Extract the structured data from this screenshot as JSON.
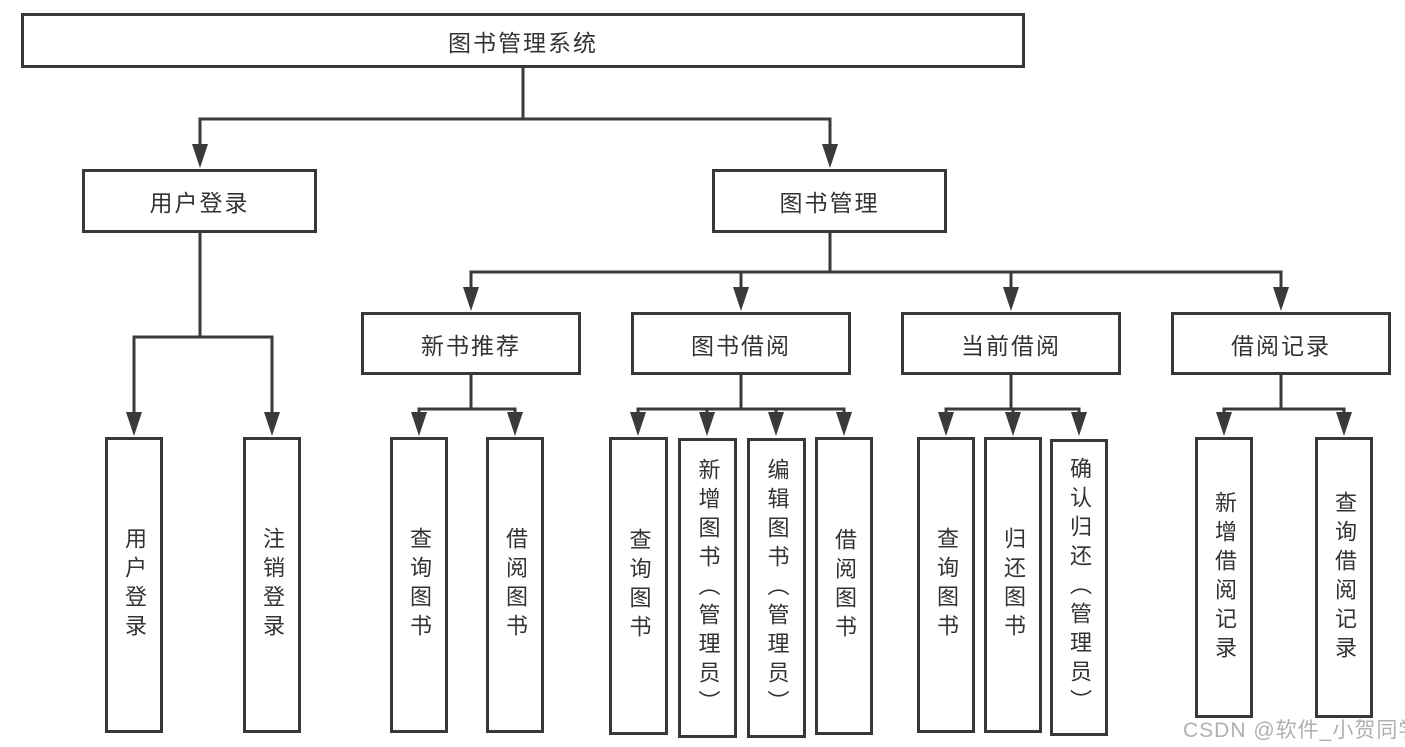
{
  "diagram": {
    "type": "hierarchy-tree",
    "title": "图书管理系统",
    "colors": {
      "background": "#ffffff",
      "box_background": "#ffffff",
      "box_border": "#383838",
      "line": "#3a3a3a",
      "text": "#333333",
      "watermark": "#b0b0b0"
    },
    "nodes": {
      "root": {
        "label": "图书管理系统"
      },
      "user_login": {
        "label": "用户登录"
      },
      "book_management": {
        "label": "图书管理"
      },
      "new_book_recommend": {
        "label": "新书推荐"
      },
      "book_borrowing": {
        "label": "图书借阅"
      },
      "current_borrowing": {
        "label": "当前借阅"
      },
      "borrowing_records": {
        "label": "借阅记录"
      },
      "login_user_login": {
        "label": "用户登录"
      },
      "login_logout": {
        "label": "注销登录"
      },
      "rec_query_books": {
        "label": "查询图书"
      },
      "rec_borrow_books": {
        "label": "借阅图书"
      },
      "bor_query_books": {
        "label": "查询图书"
      },
      "bor_add_books": {
        "label": "新增图书（管理员）"
      },
      "bor_edit_books": {
        "label": "编辑图书（管理员）"
      },
      "bor_borrow_books": {
        "label": "借阅图书"
      },
      "cur_query_books": {
        "label": "查询图书"
      },
      "cur_return_books": {
        "label": "归还图书"
      },
      "cur_confirm_return": {
        "label": "确认归还（管理员）"
      },
      "log_add_record": {
        "label": "新增借阅记录"
      },
      "log_query_record": {
        "label": "查询借阅记录"
      }
    },
    "hierarchy": [
      {
        "parent": "图书管理系统",
        "children": [
          "用户登录",
          "图书管理"
        ]
      },
      {
        "parent": "用户登录",
        "children": [
          "用户登录",
          "注销登录"
        ]
      },
      {
        "parent": "图书管理",
        "children": [
          "新书推荐",
          "图书借阅",
          "当前借阅",
          "借阅记录"
        ]
      },
      {
        "parent": "新书推荐",
        "children": [
          "查询图书",
          "借阅图书"
        ]
      },
      {
        "parent": "图书借阅",
        "children": [
          "查询图书",
          "新增图书（管理员）",
          "编辑图书（管理员）",
          "借阅图书"
        ]
      },
      {
        "parent": "当前借阅",
        "children": [
          "查询图书",
          "归还图书",
          "确认归还（管理员）"
        ]
      },
      {
        "parent": "借阅记录",
        "children": [
          "新增借阅记录",
          "查询借阅记录"
        ]
      }
    ]
  },
  "watermark": {
    "text": "CSDN @软件_小贺同学"
  }
}
